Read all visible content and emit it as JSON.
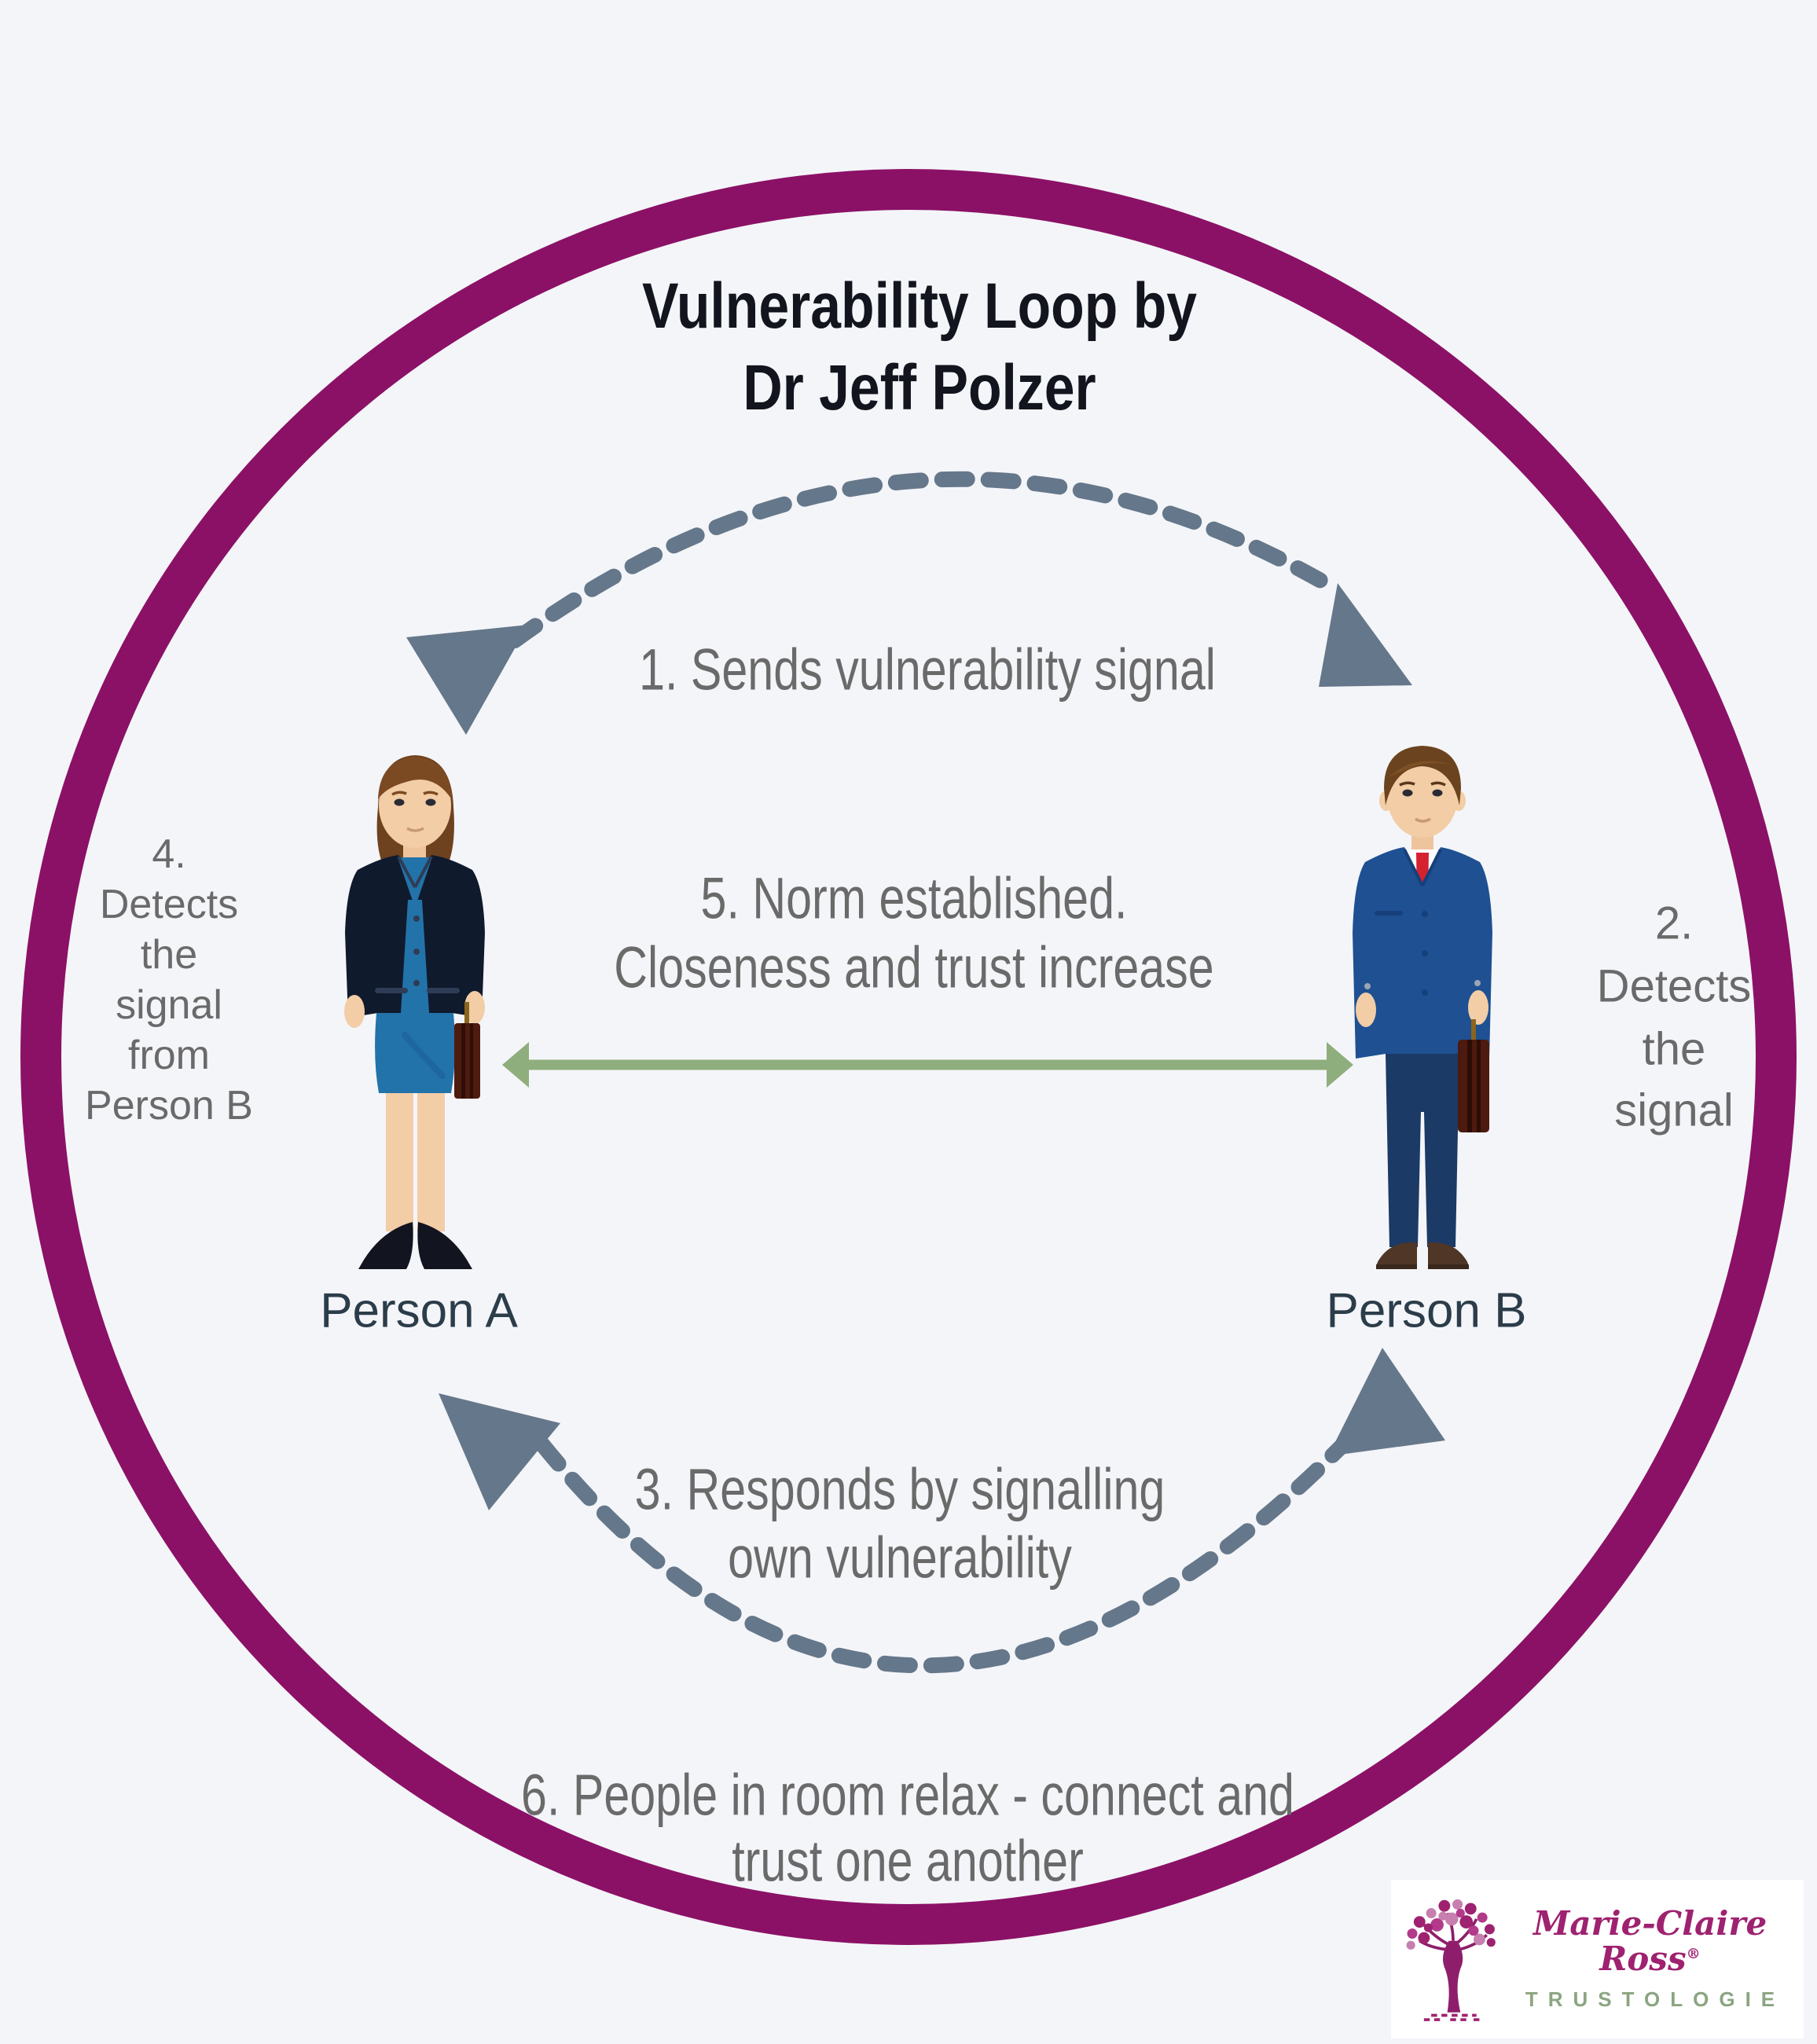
{
  "title": {
    "line1": "Vulnerability Loop by",
    "line2": "Dr Jeff Polzer"
  },
  "steps": {
    "step1": {
      "label": "1. Sends vulnerability signal"
    },
    "step2": {
      "lines": [
        "2.",
        "Detects",
        "the",
        "signal"
      ]
    },
    "step3": {
      "lines": [
        "3. Responds by signalling",
        "own vulnerability"
      ]
    },
    "step4": {
      "lines": [
        "4.",
        "Detects",
        "the",
        "signal",
        "from",
        "Person B"
      ]
    },
    "step5": {
      "lines": [
        "5. Norm established.",
        "Closeness and trust increase"
      ]
    },
    "step6": {
      "lines": [
        "6. People in room relax - connect and",
        "trust one another"
      ]
    }
  },
  "persons": {
    "a": {
      "label": "Person A"
    },
    "b": {
      "label": "Person B"
    }
  },
  "logo": {
    "name": "Marie-Claire Ross",
    "registered": "®",
    "tagline": "TRUSTOLOGIE"
  },
  "colors": {
    "ring": "#8b1166",
    "background": "#f4f5f9",
    "arc_gray": "#65778a",
    "step_text_gray": "#6a6a6a",
    "title_dark": "#12151d",
    "person_label": "#2c3d4a",
    "green_arrow": "#8fae7d",
    "logo_magenta": "#9e2270",
    "logo_green": "#8ba580"
  }
}
